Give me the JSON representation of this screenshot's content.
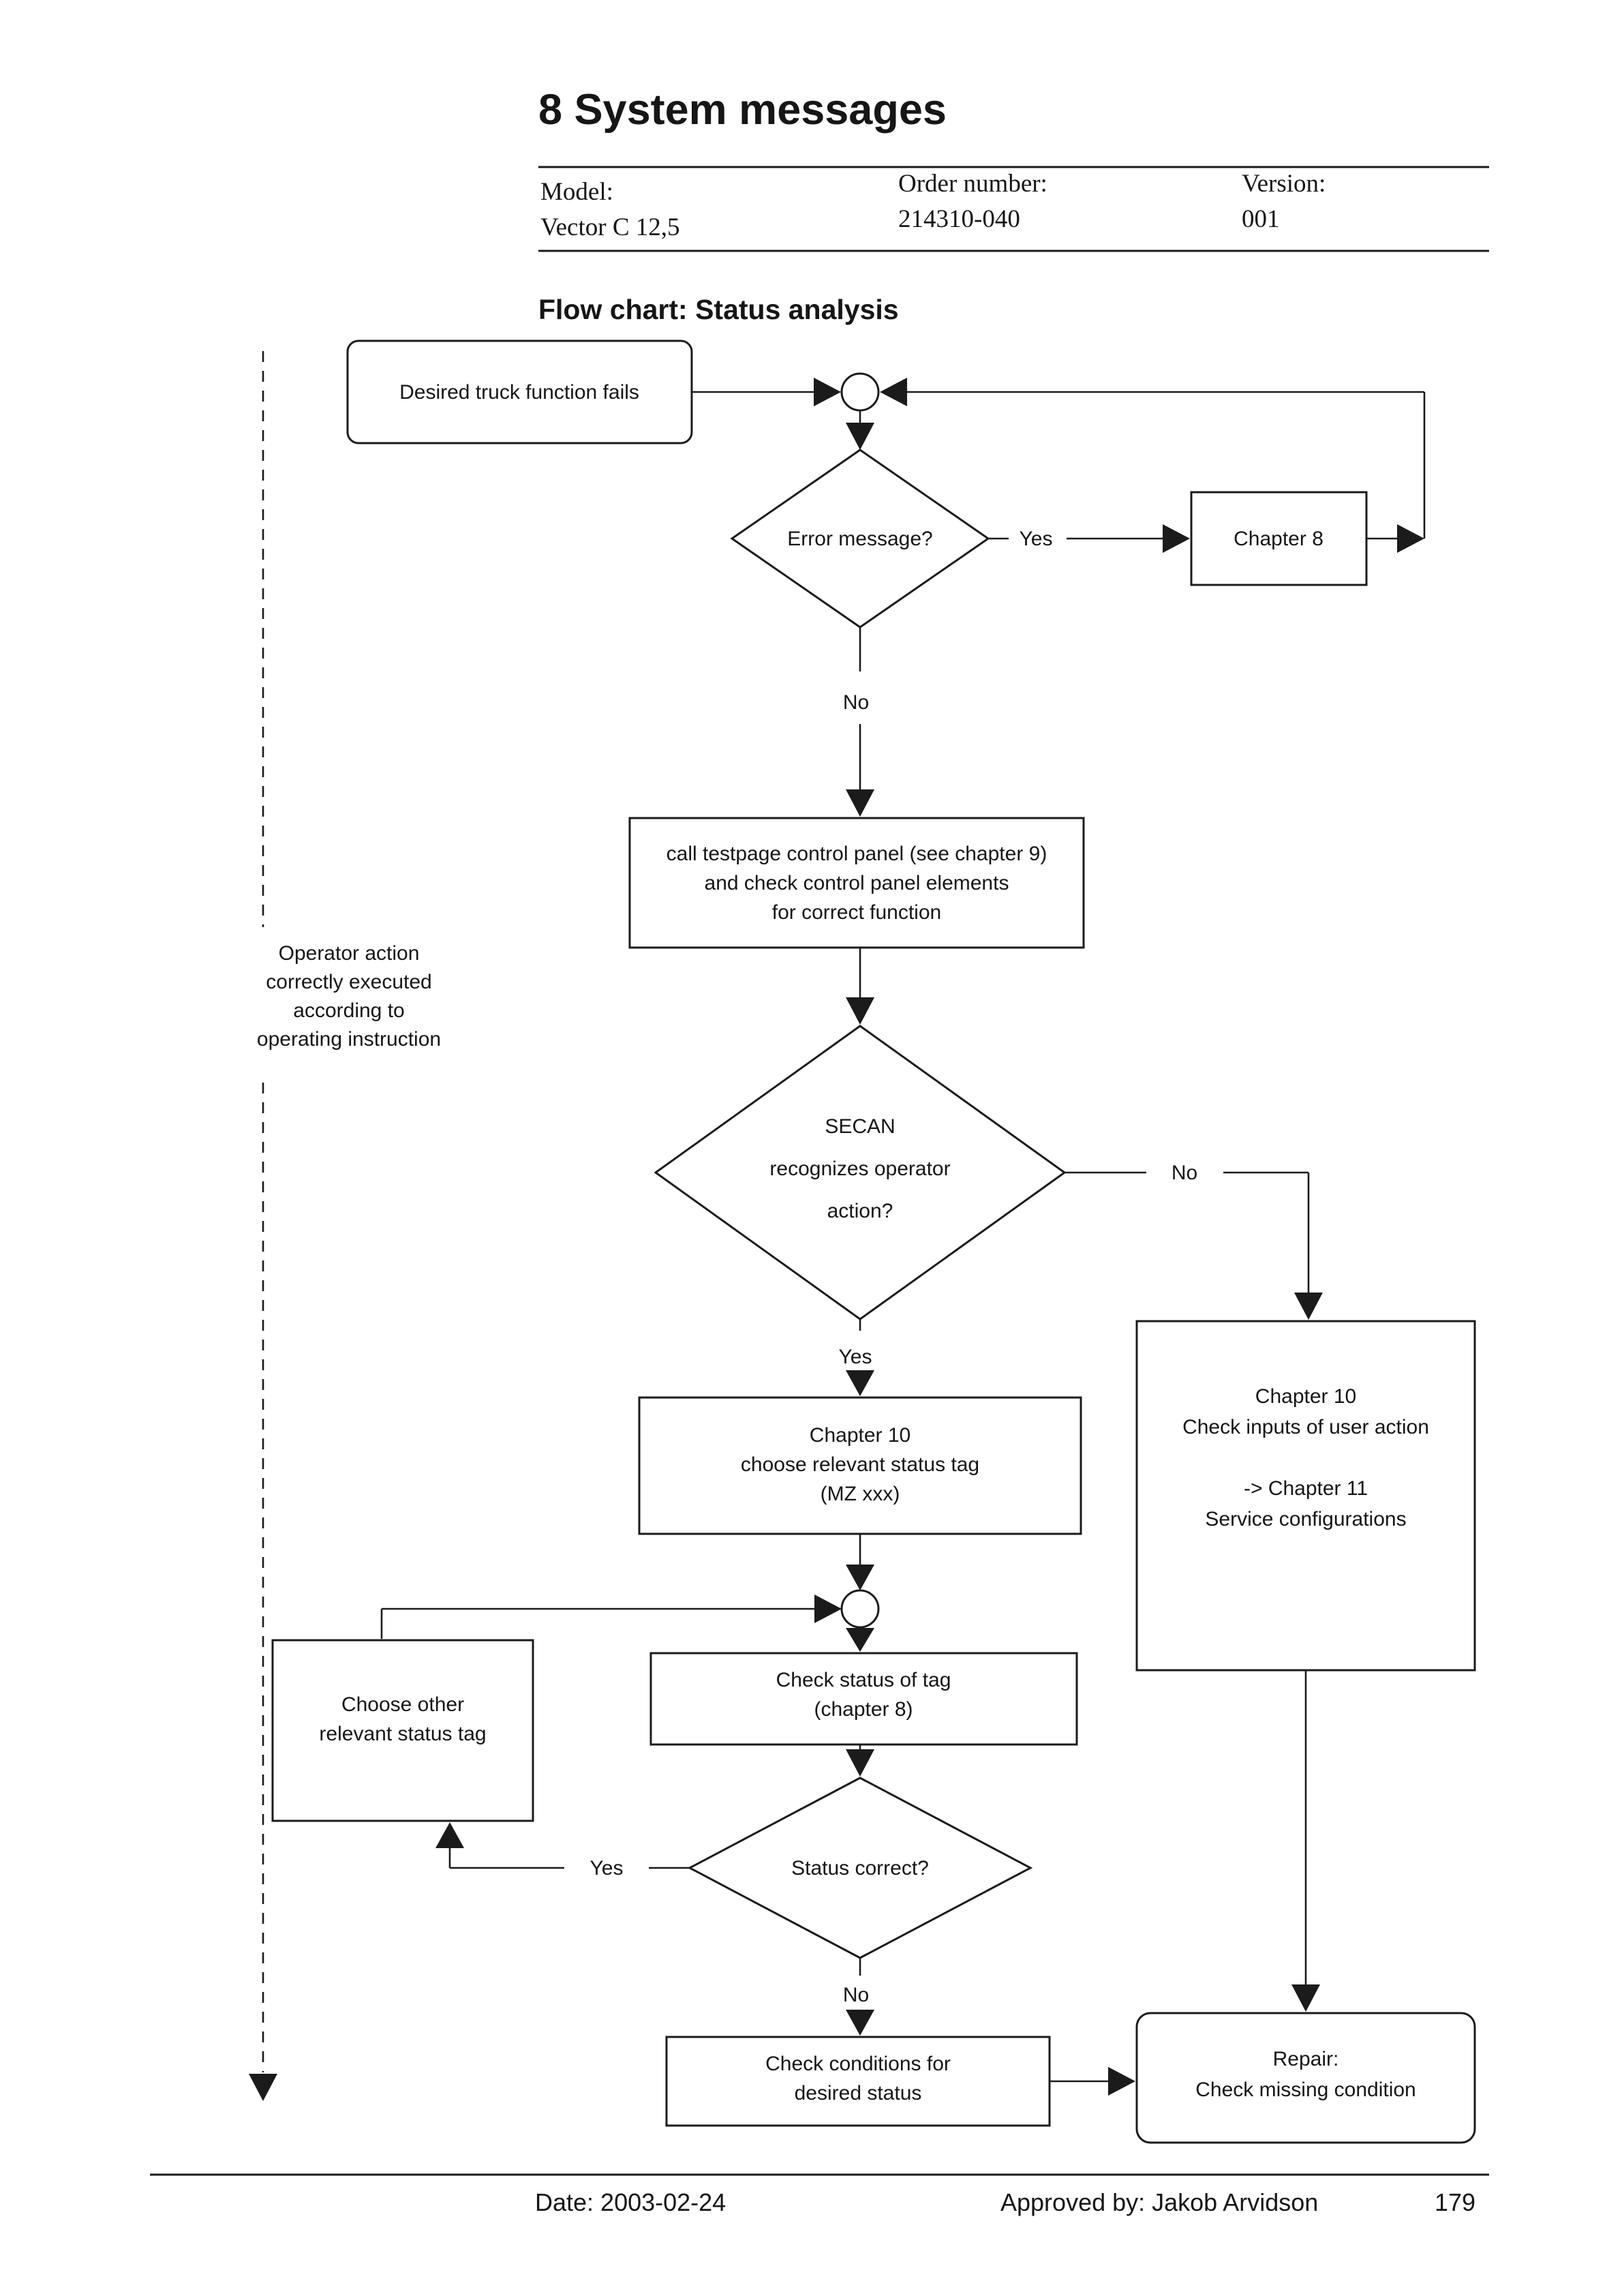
{
  "page": {
    "title": "8 System messages"
  },
  "meta": {
    "model_label": "Model:",
    "model_value": "Vector C 12,5",
    "order_label": "Order number:",
    "order_value": "214310-040",
    "version_label": "Version:",
    "version_value": "001"
  },
  "heading": "Flow chart: Status analysis",
  "note": {
    "l1": "Operator action",
    "l2": "correctly executed",
    "l3": "according to",
    "l4": "operating instruction"
  },
  "nodes": {
    "start": "Desired truck function fails",
    "error_q": "Error message?",
    "chapter8": "Chapter 8",
    "testpage": {
      "l1": "call testpage control panel (see chapter 9)",
      "l2": "and check control panel elements",
      "l3": "for correct function"
    },
    "secan": {
      "l1": "SECAN",
      "l2": "recognizes operator",
      "l3": "action?"
    },
    "inputs": {
      "l1": "Chapter 10",
      "l2": "Check inputs of user action",
      "l3": "-> Chapter 11",
      "l4": "Service configurations"
    },
    "choose": {
      "l1": "Chapter 10",
      "l2": "choose relevant status tag",
      "l3": "(MZ xxx)"
    },
    "choose_other": {
      "l1": "Choose other",
      "l2": "relevant status tag"
    },
    "check_status": {
      "l1": "Check status of tag",
      "l2": "(chapter 8)"
    },
    "status_q": "Status correct?",
    "conditions": {
      "l1": "Check conditions for",
      "l2": "desired status"
    },
    "repair": {
      "l1": "Repair:",
      "l2": "Check missing condition"
    }
  },
  "labels": {
    "yes1": "Yes",
    "no1": "No",
    "no2": "No",
    "yes2": "Yes",
    "yes3": "Yes",
    "no3": "No"
  },
  "footer": {
    "date": "Date: 2003-02-24",
    "approved": "Approved by: Jakob Arvidson",
    "page_number": "179"
  },
  "colors": {
    "ink": "#1b1b1b",
    "background": "#ffffff"
  }
}
